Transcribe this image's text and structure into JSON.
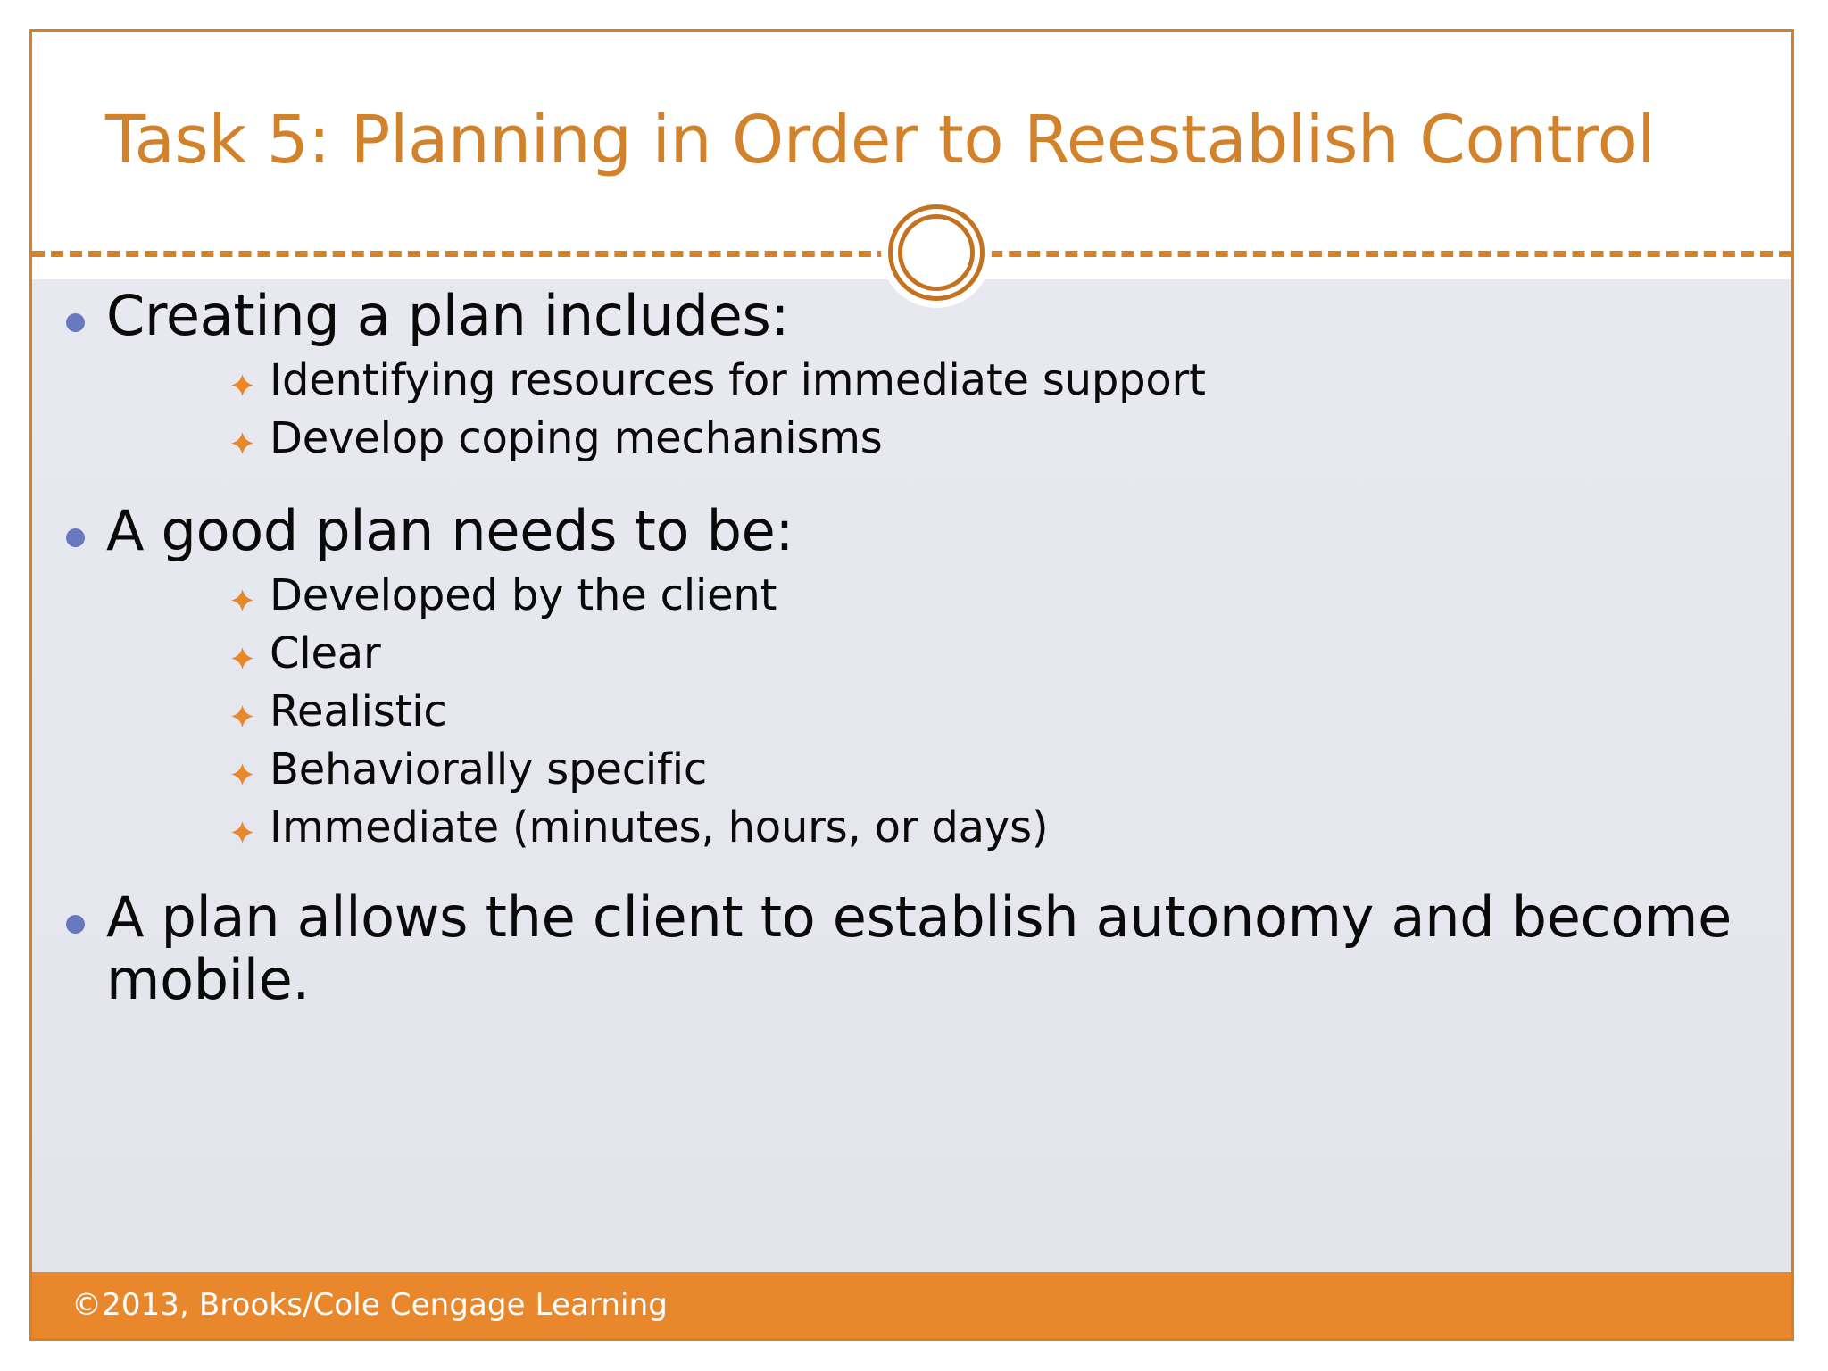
{
  "slide": {
    "title": "Task 5: Planning in Order to Reestablish Control",
    "accent_color": "#D2822A",
    "footer_color": "#E8872B",
    "body_background": "#E6E7EE",
    "level1_bullet_color": "#6878BE",
    "level2_bullet_color": "#E8872B",
    "text_color": "#0A0A0A"
  },
  "content": {
    "blocks": [
      {
        "heading": "Creating a plan includes:",
        "items": [
          "Identifying resources for immediate support",
          "Develop coping mechanisms"
        ]
      },
      {
        "heading": "A good plan needs to be:",
        "items": [
          "Developed by the client",
          "Clear",
          "Realistic",
          "Behaviorally specific",
          "Immediate (minutes, hours, or days)"
        ]
      },
      {
        "heading": "A plan allows the client to establish autonomy and become mobile.",
        "items": []
      }
    ]
  },
  "footer": {
    "copyright": "©2013, Brooks/Cole Cengage Learning"
  },
  "icons": {
    "level1_bullet": "filled-circle-bullet-icon",
    "level2_bullet": "four-point-star-bullet-icon",
    "ornament": "double-ring-ornament-icon"
  }
}
